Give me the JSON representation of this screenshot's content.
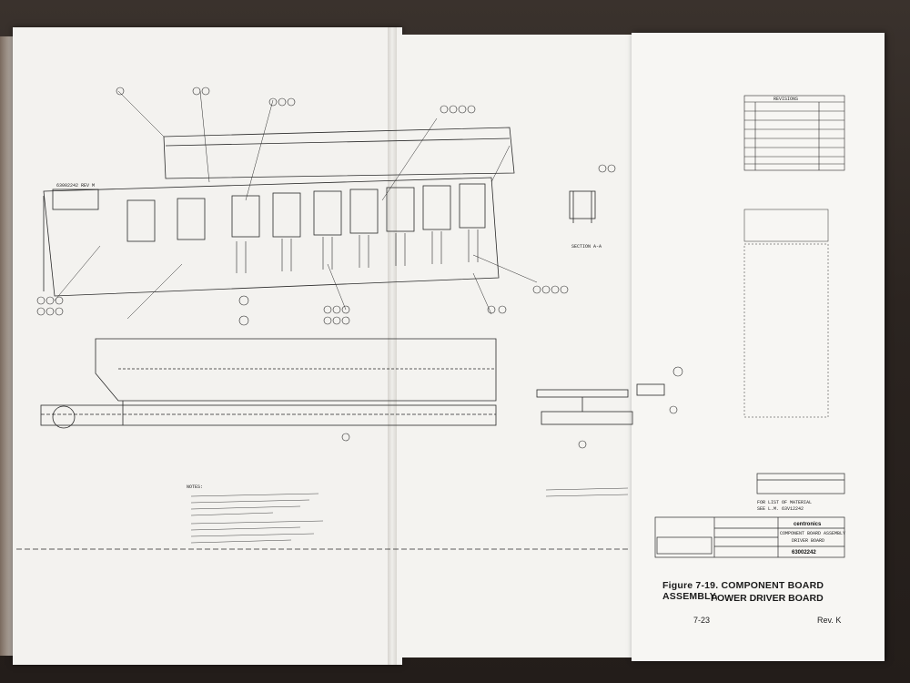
{
  "figure": {
    "label": "Figure 7-19.",
    "title_line1": "COMPONENT BOARD ASSEMBLY,",
    "title_line2": "POWER DRIVER BOARD",
    "page_number": "7-23",
    "revision": "Rev. K"
  },
  "drawing": {
    "part_label": "63002242 REV M",
    "section_label": "SECTION A-A",
    "revisions_header": "REVISIONS",
    "material_note_line1": "FOR LIST OF MATERIAL",
    "material_note_line2": "SEE L.M. 63V12242",
    "company": "centronics",
    "title_block_line1": "COMPONENT BOARD ASSEMBLY",
    "title_block_line2": "DRIVER BOARD",
    "drawing_number": "63002242",
    "notes_header": "NOTES:"
  }
}
